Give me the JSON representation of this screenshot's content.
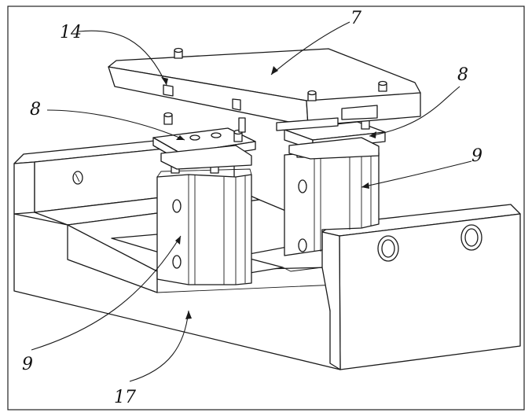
{
  "labels": {
    "part_7": "7",
    "part_14": "14",
    "part_8_left": "8",
    "part_8_right": "8",
    "part_9_left": "9",
    "part_9_right": "9",
    "part_17": "17"
  }
}
